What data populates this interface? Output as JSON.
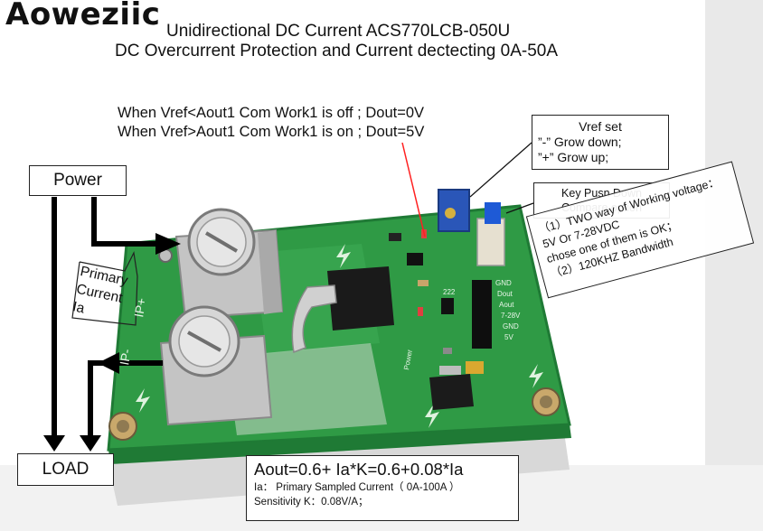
{
  "brand": "Aoweziic",
  "header": {
    "line1": "Unidirectional DC Current  ACS770LCB-050U",
    "line2": "DC Overcurrent Protection and Current dectecting  0A-50A"
  },
  "conditions": {
    "line1": "When Vref<Aout1   Com Work1 is off ; Dout=0V",
    "line2": "When Vref>Aout1   Com Work1 is on ; Dout=5V"
  },
  "power_label": "Power",
  "load_label": "LOAD",
  "primary_current": {
    "line1": "Primary",
    "line2": "Current",
    "line3": "Ia"
  },
  "vref_box": {
    "title": "Vref set",
    "line1": "”-” Grow down;",
    "line2": "”+”  Grow up;"
  },
  "key_box": {
    "line1": "Key Pusn Down",
    "line2": "Compare option"
  },
  "voltage_callout": {
    "line1": "（1）TWO way of Working voltage：",
    "line2": "5V Or 7-28VDC",
    "line3": "chose one of them is OK；",
    "line4": "（2）120KHZ Bandwidth"
  },
  "formula": {
    "main": "Aout=0.6+ Ia*K=0.6+0.08*Ia",
    "sub1": "Ia： Primary Sampled Current（ 0A-100A ）",
    "sub2": " Sensitivity K：0.08V/A；"
  },
  "pins": [
    "GND",
    "Dout",
    "Aout",
    "7-28V",
    "GND",
    "5V"
  ],
  "board_marks": {
    "ip_plus": "IP+",
    "ip_minus": "IP-",
    "power_mark": "Power",
    "res_code": "222"
  },
  "colors": {
    "pcb": "#2f9a45",
    "pcb_dark": "#1f7a35",
    "silkscreen": "#e8f5e8",
    "metal": "#c9c9c9",
    "pot": "#2a56b8",
    "arrow": "#000000",
    "laser": "#ff2020"
  }
}
